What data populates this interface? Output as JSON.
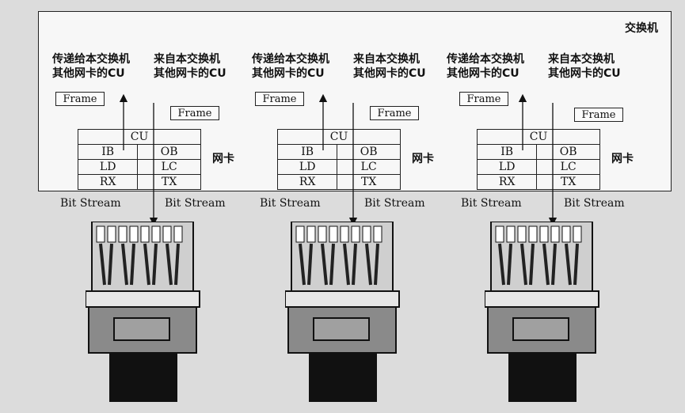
{
  "switch_label": "交换机",
  "ports": [
    {
      "send_caption": [
        "传递给本交换机",
        "其他网卡的CU"
      ],
      "recv_caption": [
        "来自本交换机",
        "其他网卡的CU"
      ],
      "frame_out": "Frame",
      "frame_in": "Frame",
      "card_title": "CU",
      "card_rows": [
        [
          "IB",
          "OB"
        ],
        [
          "LD",
          "LC"
        ],
        [
          "RX",
          "TX"
        ]
      ],
      "card_label": "网卡",
      "bitstream_left": "Bit Stream",
      "bitstream_right": "Bit Stream"
    },
    {
      "send_caption": [
        "传递给本交换机",
        "其他网卡的CU"
      ],
      "recv_caption": [
        "来自本交换机",
        "其他网卡的CU"
      ],
      "frame_out": "Frame",
      "frame_in": "Frame",
      "card_title": "CU",
      "card_rows": [
        [
          "IB",
          "OB"
        ],
        [
          "LD",
          "LC"
        ],
        [
          "RX",
          "TX"
        ]
      ],
      "card_label": "网卡",
      "bitstream_left": "Bit Stream",
      "bitstream_right": "Bit Stream"
    },
    {
      "send_caption": [
        "传递给本交换机",
        "其他网卡的CU"
      ],
      "recv_caption": [
        "来自本交换机",
        "其他网卡的CU"
      ],
      "frame_out": "Frame",
      "frame_in": "Frame",
      "card_title": "CU",
      "card_rows": [
        [
          "IB",
          "OB"
        ],
        [
          "LD",
          "LC"
        ],
        [
          "RX",
          "TX"
        ]
      ],
      "card_label": "网卡",
      "bitstream_left": "Bit Stream",
      "bitstream_right": "Bit Stream"
    }
  ]
}
